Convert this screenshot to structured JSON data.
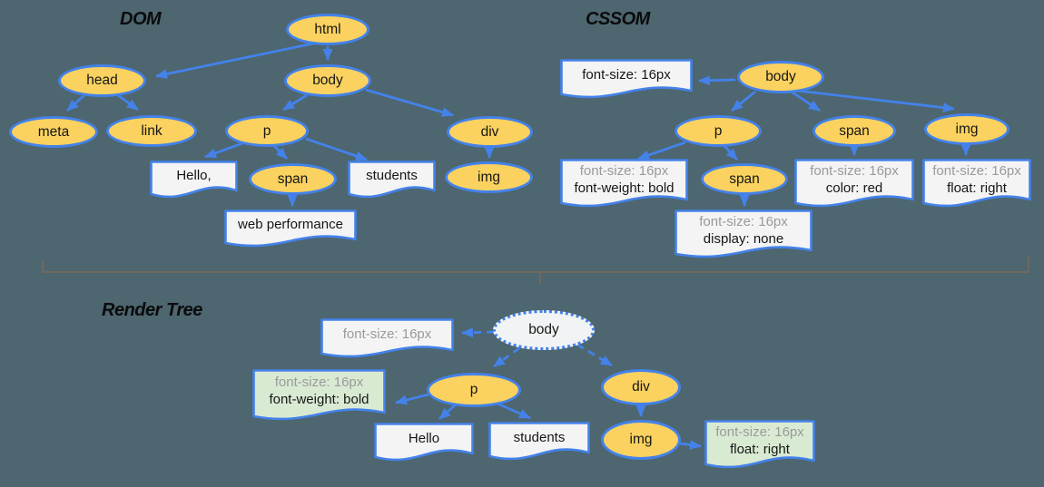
{
  "colors": {
    "background": "#4d6670",
    "node_fill": "#fbd25f",
    "stroke_blue": "#4482ea",
    "doc_fill": "#f4f4f4",
    "doc_green_fill": "#d9ead3",
    "ghost_node_fill": "#f1f3f4",
    "muted_text": "#9a9a9a",
    "divider": "#6f6960"
  },
  "dom": {
    "title": "DOM",
    "nodes": {
      "html": "html",
      "head": "head",
      "body": "body",
      "meta": "meta",
      "link": "link",
      "p": "p",
      "span": "span",
      "div": "div",
      "img": "img"
    },
    "texts": {
      "hello": "Hello,",
      "students": "students",
      "webperf": "web performance"
    }
  },
  "cssom": {
    "title": "CSSOM",
    "nodes": {
      "body": "body",
      "p": "p",
      "span_body": "span",
      "img": "img",
      "span_p": "span"
    },
    "rules": {
      "body_1": "font-size: 16px",
      "p_1": "font-size: 16px",
      "p_2": "font-weight: bold",
      "span_body_1": "font-size: 16px",
      "span_body_2": "color: red",
      "img_1": "font-size: 16px",
      "img_2": "float: right",
      "span_p_1": "font-size: 16px",
      "span_p_2": "display: none"
    }
  },
  "render": {
    "title": "Render Tree",
    "nodes": {
      "body": "body",
      "p": "p",
      "div": "div",
      "img": "img"
    },
    "texts": {
      "hello": "Hello",
      "students": "students"
    },
    "rules": {
      "body_1": "font-size: 16px",
      "p_1": "font-size: 16px",
      "p_2": "font-weight: bold",
      "img_1": "font-size: 16px",
      "img_2": "float: right"
    }
  }
}
